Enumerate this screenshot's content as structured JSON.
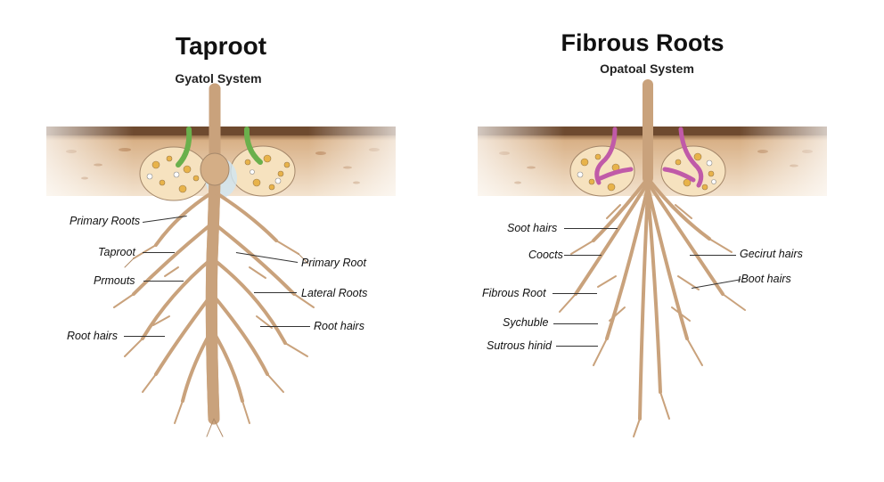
{
  "left": {
    "title": "Taproot",
    "subtitle": "Gyatol System",
    "labels": {
      "primary_roots": "Primary Roots",
      "taproot": "Taproot",
      "prmouts": "Prmouts",
      "root_hairs_left": "Root hairs",
      "primary_root": "Primary Root",
      "lateral_roots": "Lateral Roots",
      "root_hairs_right": "Root hairs"
    }
  },
  "right": {
    "title": "Fibrous Roots",
    "subtitle": "Opatoal System",
    "labels": {
      "soot_hairs": "Soot hairs",
      "coocts": "Coocts",
      "fibrous_root": "Fibrous Root",
      "sychuble": "Sychuble",
      "sutrous_hinid": "Sutrous hinid",
      "gecirut_hairs": "Gecirut hairs",
      "boot_hairs": "ıBoot hairs"
    }
  },
  "colors": {
    "soil_top": "#7a5436",
    "soil": "#d9b48a",
    "root": "#c9a27c",
    "root_dark": "#8a6a4c",
    "sprout_left": "#6ab04c",
    "sprout_right": "#c05aa8"
  }
}
